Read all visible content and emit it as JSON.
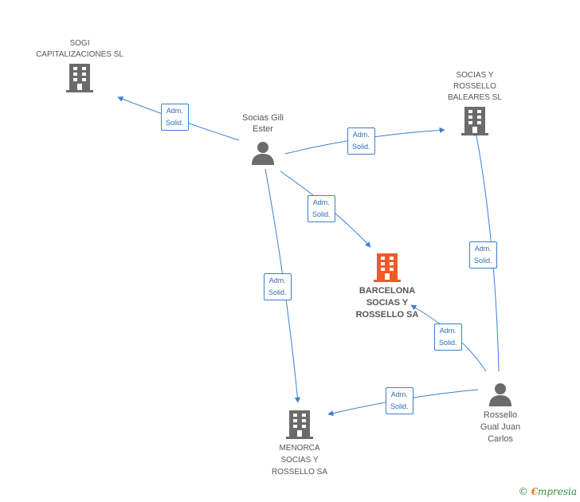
{
  "nodes": {
    "sogi": {
      "lines": [
        "SOGI",
        "CAPITALIZACIONES SL"
      ],
      "type": "company"
    },
    "baleares": {
      "lines": [
        "SOCIAS Y",
        "ROSSELLO",
        "BALEARES  SL"
      ],
      "type": "company"
    },
    "gili": {
      "lines": [
        "Socias Gili",
        "Ester"
      ],
      "type": "person"
    },
    "barcelona": {
      "lines": [
        "BARCELONA",
        "SOCIAS Y",
        "ROSSELLO SA"
      ],
      "type": "company-main"
    },
    "menorca": {
      "lines": [
        "MENORCA",
        "SOCIAS Y",
        "ROSSELLO SA"
      ],
      "type": "company"
    },
    "gual": {
      "lines": [
        "Rossello",
        "Gual Juan",
        "Carlos"
      ],
      "type": "person"
    }
  },
  "edges": [
    {
      "id": "gili-sogi",
      "from": "gili",
      "to": "sogi",
      "lines": [
        "Adm.",
        "Solid."
      ]
    },
    {
      "id": "gili-baleares",
      "from": "gili",
      "to": "baleares",
      "lines": [
        "Adm.",
        "Solid."
      ]
    },
    {
      "id": "gili-barcelona",
      "from": "gili",
      "to": "barcelona",
      "lines": [
        "Adm.",
        "Solid."
      ]
    },
    {
      "id": "gili-menorca",
      "from": "gili",
      "to": "menorca",
      "lines": [
        "Adm.",
        "Solid."
      ]
    },
    {
      "id": "gual-baleares",
      "from": "gual",
      "to": "baleares",
      "lines": [
        "Adm.",
        "Solid."
      ]
    },
    {
      "id": "gual-barcelona",
      "from": "gual",
      "to": "barcelona",
      "lines": [
        "Adm.",
        "Solid."
      ]
    },
    {
      "id": "gual-menorca",
      "from": "gual",
      "to": "menorca",
      "lines": [
        "Adm.",
        "Solid."
      ]
    }
  ],
  "colors": {
    "edge": "#3a7fd5",
    "company_icon": "#6b6b6b",
    "main_company_icon": "#f0592a",
    "person_icon": "#6b6b6b"
  },
  "footer": {
    "copyright": "©",
    "brand_first": "€",
    "brand_rest": "mpresia"
  }
}
